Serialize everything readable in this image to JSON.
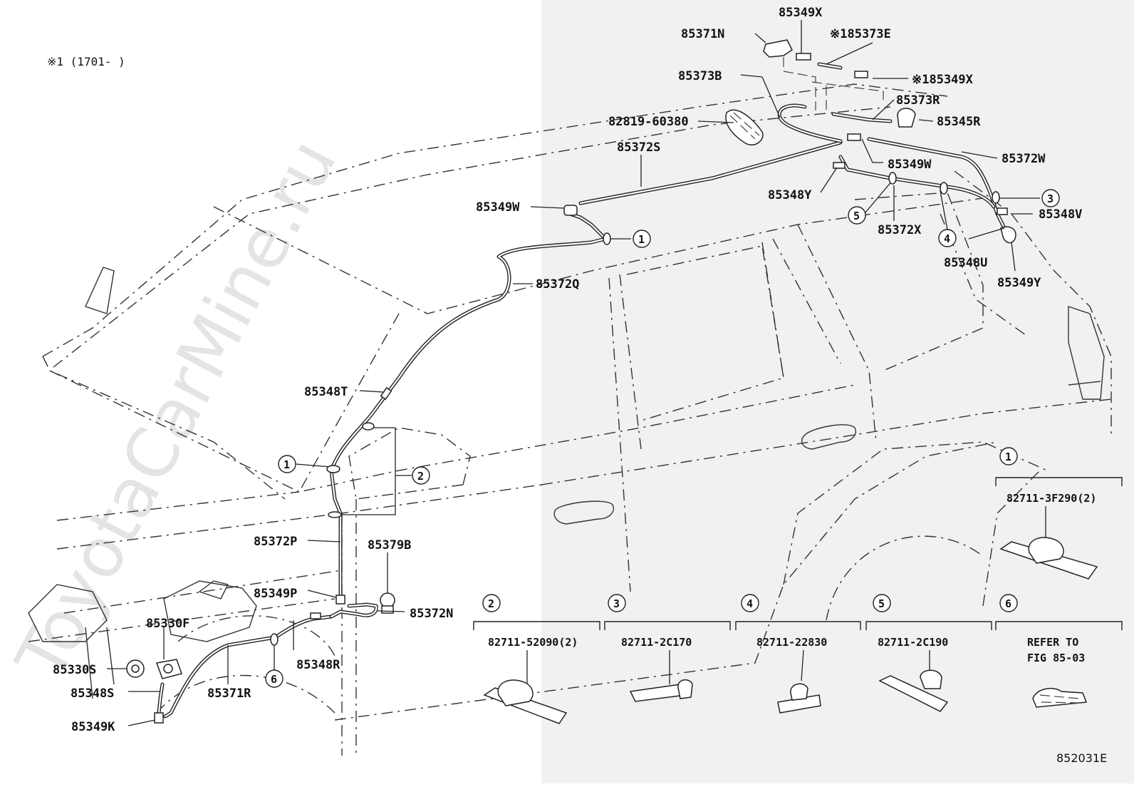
{
  "note": "※1 (1701-      )",
  "figure_code": "852031E",
  "watermark": "ToyotaCarMine.ru",
  "callouts": [
    {
      "id": "c1a",
      "text": "85349X"
    },
    {
      "id": "c2a",
      "text": "85371N"
    },
    {
      "id": "c3a",
      "text": "※185373E"
    },
    {
      "id": "c4a",
      "text": "85373B"
    },
    {
      "id": "c5a",
      "text": "※185349X"
    },
    {
      "id": "c6a",
      "text": "85373R"
    },
    {
      "id": "c7a",
      "text": "82819-60380"
    },
    {
      "id": "c8a",
      "text": "85345R"
    },
    {
      "id": "c9a",
      "text": "85372S"
    },
    {
      "id": "c10a",
      "text": "85372W"
    },
    {
      "id": "c11a",
      "text": "85349W"
    },
    {
      "id": "c12a",
      "text": "85349W"
    },
    {
      "id": "c13a",
      "text": "85348Y"
    },
    {
      "id": "c14a",
      "text": "85348V"
    },
    {
      "id": "c15a",
      "text": "85372X"
    },
    {
      "id": "c16a",
      "text": "85348U"
    },
    {
      "id": "c17a",
      "text": "85349Y"
    },
    {
      "id": "c18a",
      "text": "85372Q"
    },
    {
      "id": "c19a",
      "text": "85348T"
    },
    {
      "id": "c20a",
      "text": "85372P"
    },
    {
      "id": "c21a",
      "text": "85379B"
    },
    {
      "id": "c22a",
      "text": "85349P"
    },
    {
      "id": "c23a",
      "text": "85372N"
    },
    {
      "id": "c24a",
      "text": "85330F"
    },
    {
      "id": "c25a",
      "text": "85330S"
    },
    {
      "id": "c26a",
      "text": "85348R"
    },
    {
      "id": "c27a",
      "text": "85348S"
    },
    {
      "id": "c28a",
      "text": "85371R"
    },
    {
      "id": "c29a",
      "text": "85349K"
    }
  ],
  "markers": [
    "1",
    "2",
    "3",
    "4",
    "5",
    "6"
  ],
  "clip_boxes": [
    {
      "marker": "1",
      "part": "82711-3F290(2)"
    },
    {
      "marker": "2",
      "part": "82711-52090(2)"
    },
    {
      "marker": "3",
      "part": "82711-2C170"
    },
    {
      "marker": "4",
      "part": "82711-22830"
    },
    {
      "marker": "5",
      "part": "82711-2C190"
    },
    {
      "marker": "6",
      "line1": "REFER TO",
      "line2": "FIG 85-03"
    }
  ]
}
